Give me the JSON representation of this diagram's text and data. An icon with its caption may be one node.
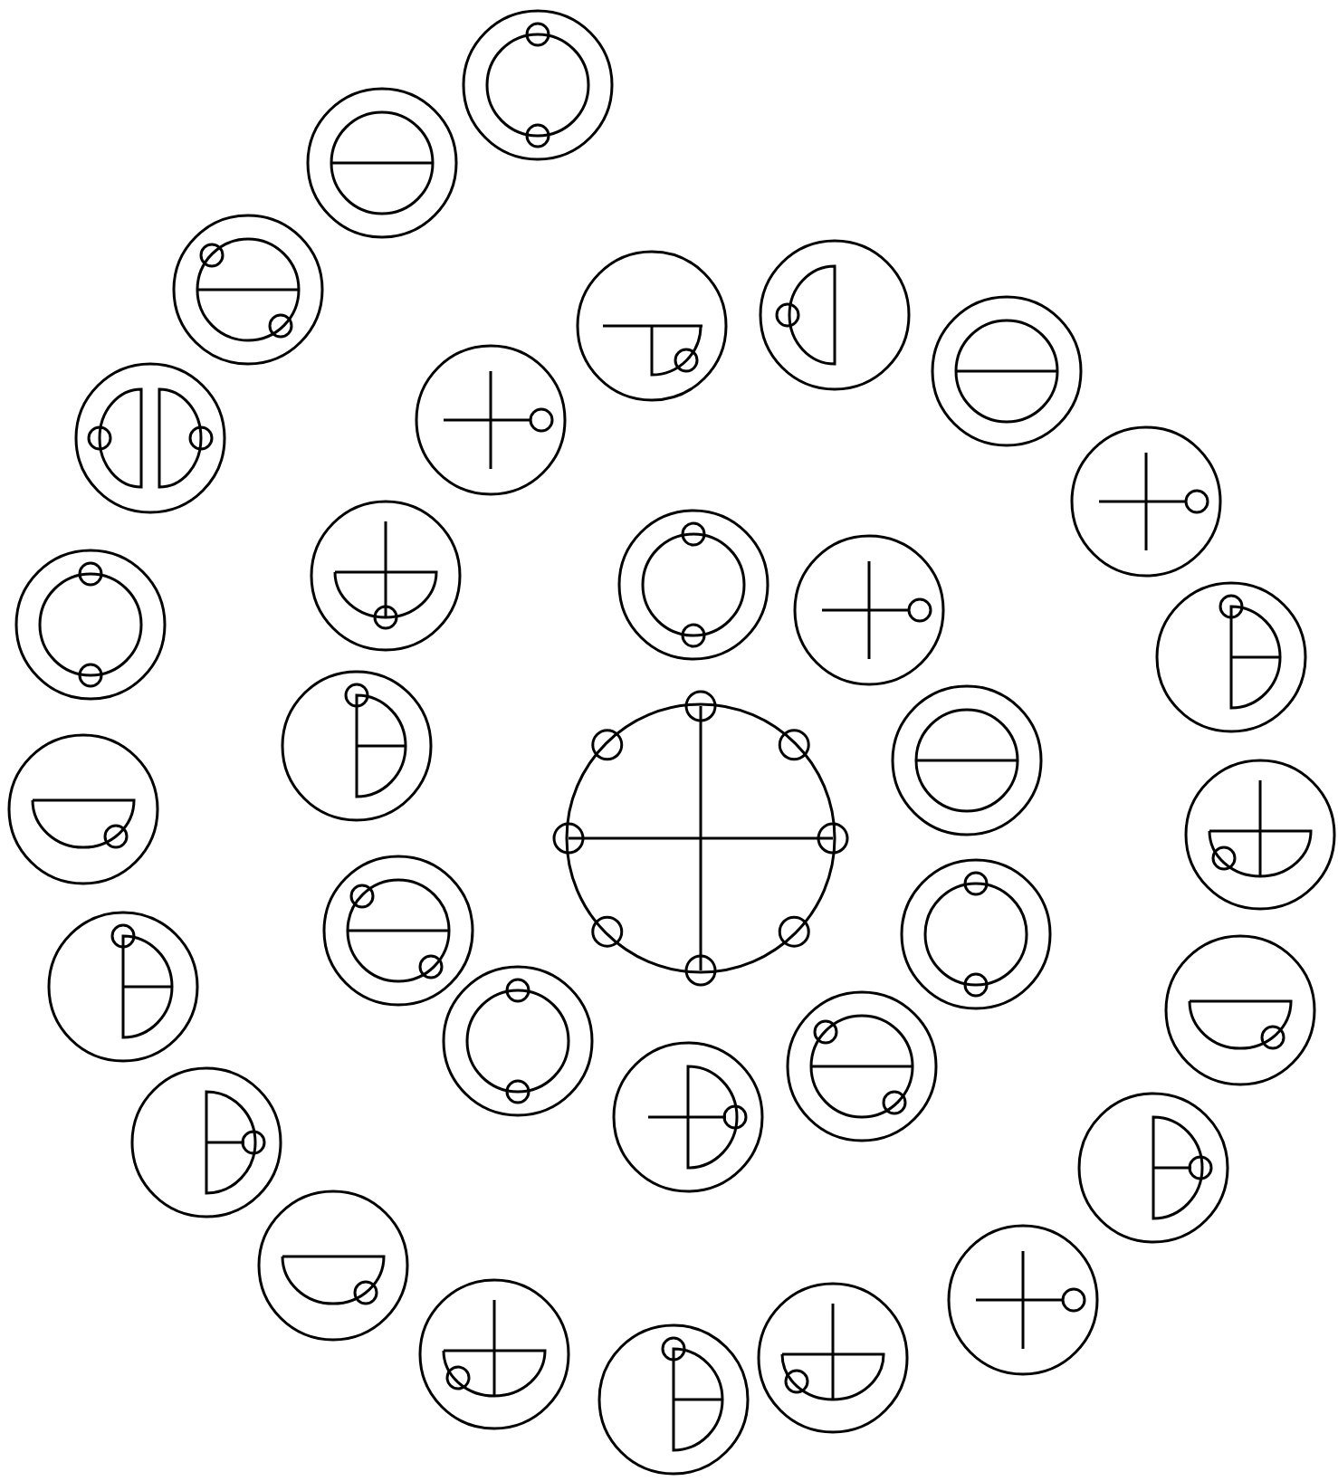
{
  "diagram": {
    "nodes": [
      {
        "text": [],
        "shape": "circle"
      },
      {
        "text": [],
        "shape": "circle"
      },
      {
        "text": [],
        "shape": "circle"
      },
      {
        "text": [],
        "shape": "circle"
      },
      {
        "text": [],
        "shape": "circle"
      },
      {
        "text": [],
        "shape": "circle"
      },
      {
        "text": [],
        "shape": "circle"
      },
      {
        "text": [],
        "shape": "circle"
      },
      {
        "text": [],
        "shape": "circle"
      },
      {
        "text": [],
        "shape": "circle"
      },
      {
        "text": [],
        "shape": "circle"
      },
      {
        "text": [],
        "shape": "circle"
      },
      {
        "text": [],
        "shape": "circle"
      },
      {
        "text": [],
        "shape": "circle"
      },
      {
        "text": [],
        "shape": "circle"
      },
      {
        "text": [],
        "shape": "circle"
      },
      {
        "text": [],
        "shape": "circle"
      },
      {
        "text": [],
        "shape": "circle"
      },
      {
        "text": [],
        "shape": "circle"
      },
      {
        "text": [],
        "shape": "circle"
      },
      {
        "text": [],
        "shape": "circle"
      },
      {
        "text": [],
        "shape": "circle"
      },
      {
        "text": [],
        "shape": "circle"
      },
      {
        "text": [],
        "shape": "circle"
      },
      {
        "text": [],
        "shape": "circle"
      },
      {
        "text": [],
        "shape": "circle"
      },
      {
        "text": [],
        "shape": "circle"
      },
      {
        "text": [],
        "shape": "circle"
      },
      {
        "text": [],
        "shape": "circle"
      },
      {
        "text": [],
        "shape": "circle"
      },
      {
        "text": [],
        "shape": "circle"
      },
      {
        "text": [],
        "shape": "circle"
      },
      {
        "text": [],
        "shape": "circle"
      }
    ]
  }
}
